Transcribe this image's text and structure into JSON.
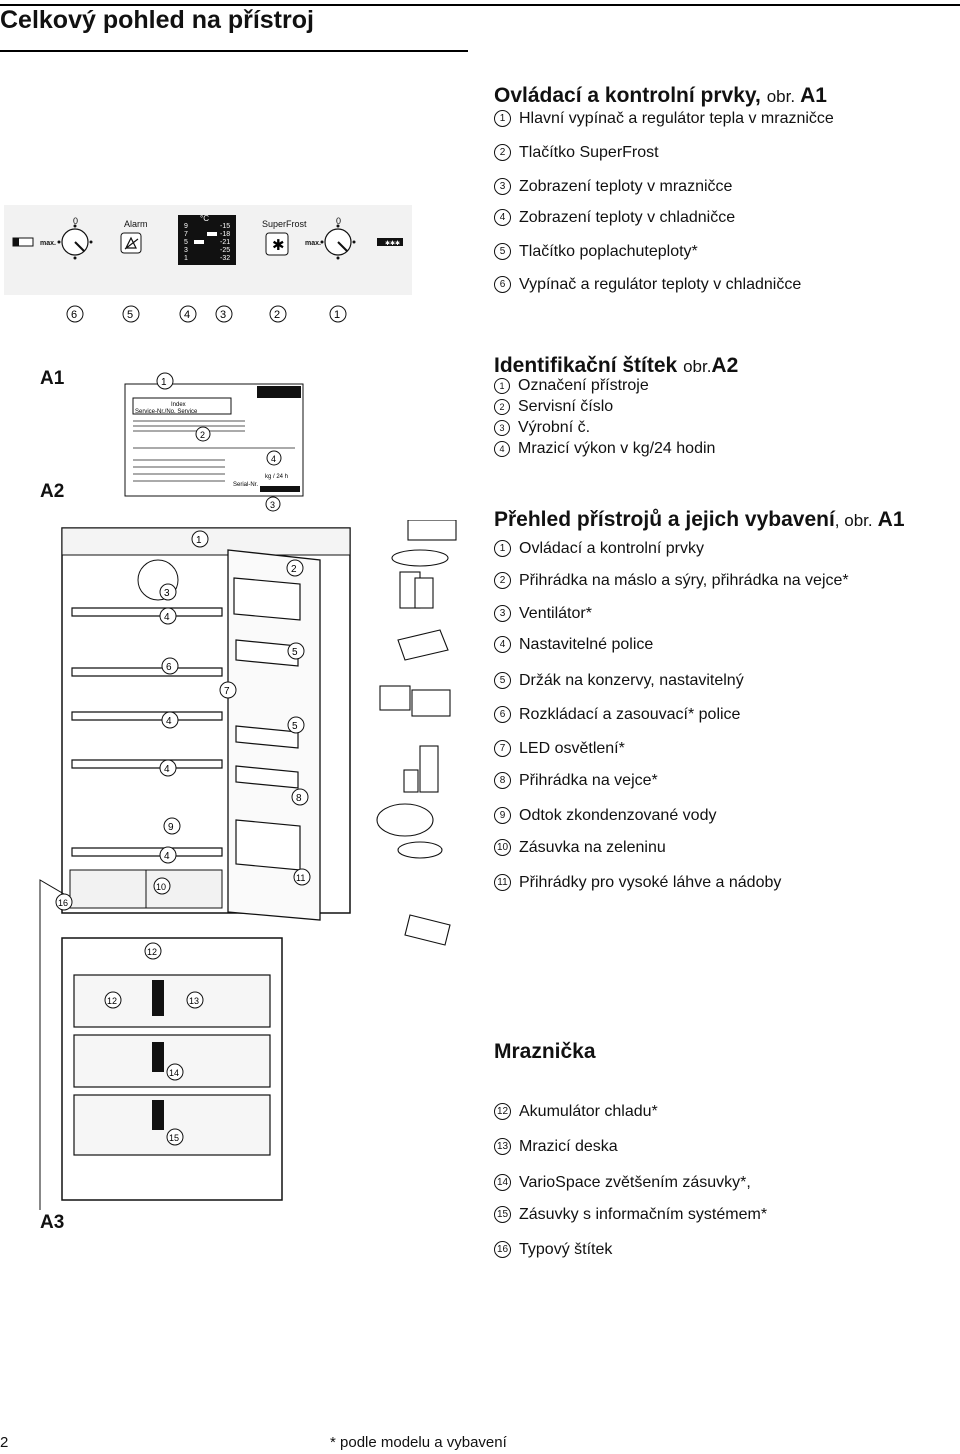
{
  "page": {
    "title": "Celkový pohled na přístroj",
    "page_number": "2",
    "footnote": "* podle modelu a vybavení"
  },
  "control_panel": {
    "heading": "Ovládací a kontrolní prvky,",
    "heading_ref_prefix": "obr.",
    "heading_ref": "A1",
    "items": [
      {
        "num": "1",
        "text": "Hlavní vypínač a regulátor tepla v mrazničce"
      },
      {
        "num": "2",
        "text": "Tlačítko SuperFrost"
      },
      {
        "num": "3",
        "text": "Zobrazení teploty v mrazničce"
      },
      {
        "num": "4",
        "text": "Zobrazení teploty v chladničce"
      },
      {
        "num": "5",
        "text": "Tlačítko poplachuteploty*"
      },
      {
        "num": "6",
        "text": "Vypínač a regulátor teploty v chladničce"
      }
    ],
    "figure": {
      "dial_zero": "0",
      "dial_max": "max.",
      "alarm_label": "Alarm",
      "superfrost_label": "SuperFrost",
      "display_unit": "°C",
      "display_left": [
        "9",
        "7",
        "5",
        "3",
        "1"
      ],
      "display_right": [
        "-15",
        "-18",
        "-21",
        "-25",
        "-32"
      ],
      "callouts": [
        "6",
        "5",
        "4",
        "3",
        "2",
        "1"
      ]
    }
  },
  "figure_labels": {
    "a1": "A1",
    "a2": "A2",
    "a3": "A3"
  },
  "rating_plate": {
    "heading": "Identifikační štítek",
    "heading_ref_prefix": "obr.",
    "heading_ref": "A2",
    "items": [
      {
        "num": "1",
        "text": "Označení přístroje"
      },
      {
        "num": "2",
        "text": "Servisní číslo"
      },
      {
        "num": "3",
        "text": "Výrobní č."
      },
      {
        "num": "4",
        "text": "Mrazicí výkon v kg/24 hodin"
      }
    ],
    "plate": {
      "index_label": "Index",
      "service_label": "Service-Nr./No. Service",
      "capacity_label": "kg / 24 h",
      "serial_label": "Serial-Nr.",
      "callouts": [
        "1",
        "2",
        "3",
        "4"
      ]
    }
  },
  "overview": {
    "heading": "Přehled přístrojů a jejich vybavení",
    "heading_ref_prefix": ", obr.",
    "heading_ref": "A1",
    "items": [
      {
        "num": "1",
        "text": "Ovládací a kontrolní prvky"
      },
      {
        "num": "2",
        "text": "Přihrádka na máslo a sýry, přihrádka na vejce*"
      },
      {
        "num": "3",
        "text": "Ventilátor*"
      },
      {
        "num": "4",
        "text": "Nastavitelné police"
      },
      {
        "num": "5",
        "text": "Držák na konzervy, nastavitelný"
      },
      {
        "num": "6",
        "text": "Rozkládací a zasouvací* police"
      },
      {
        "num": "7",
        "text": "LED osvětlení*"
      },
      {
        "num": "8",
        "text": "Přihrádka na vejce*"
      },
      {
        "num": "9",
        "text": "Odtok zkondenzované vody"
      },
      {
        "num": "10",
        "text": "Zásuvka na zeleninu"
      },
      {
        "num": "11",
        "text": "Přihrádky pro vysoké láhve a nádoby"
      }
    ]
  },
  "freezer": {
    "heading": "Mraznička",
    "items": [
      {
        "num": "12",
        "text": "Akumulátor chladu*"
      },
      {
        "num": "13",
        "text": "Mrazicí deska"
      },
      {
        "num": "14",
        "text": "VarioSpace zvětšením zásuvky*,"
      },
      {
        "num": "15",
        "text": "Zásuvky s informačním systémem*"
      },
      {
        "num": "16",
        "text": "Typový štítek"
      }
    ]
  },
  "appliance_callouts": {
    "fridge": [
      "1",
      "2",
      "3",
      "4",
      "6",
      "5",
      "7",
      "4",
      "5",
      "4",
      "8",
      "9",
      "4",
      "10",
      "11",
      "16"
    ],
    "freezer": [
      "12",
      "12",
      "13",
      "14",
      "15"
    ]
  }
}
